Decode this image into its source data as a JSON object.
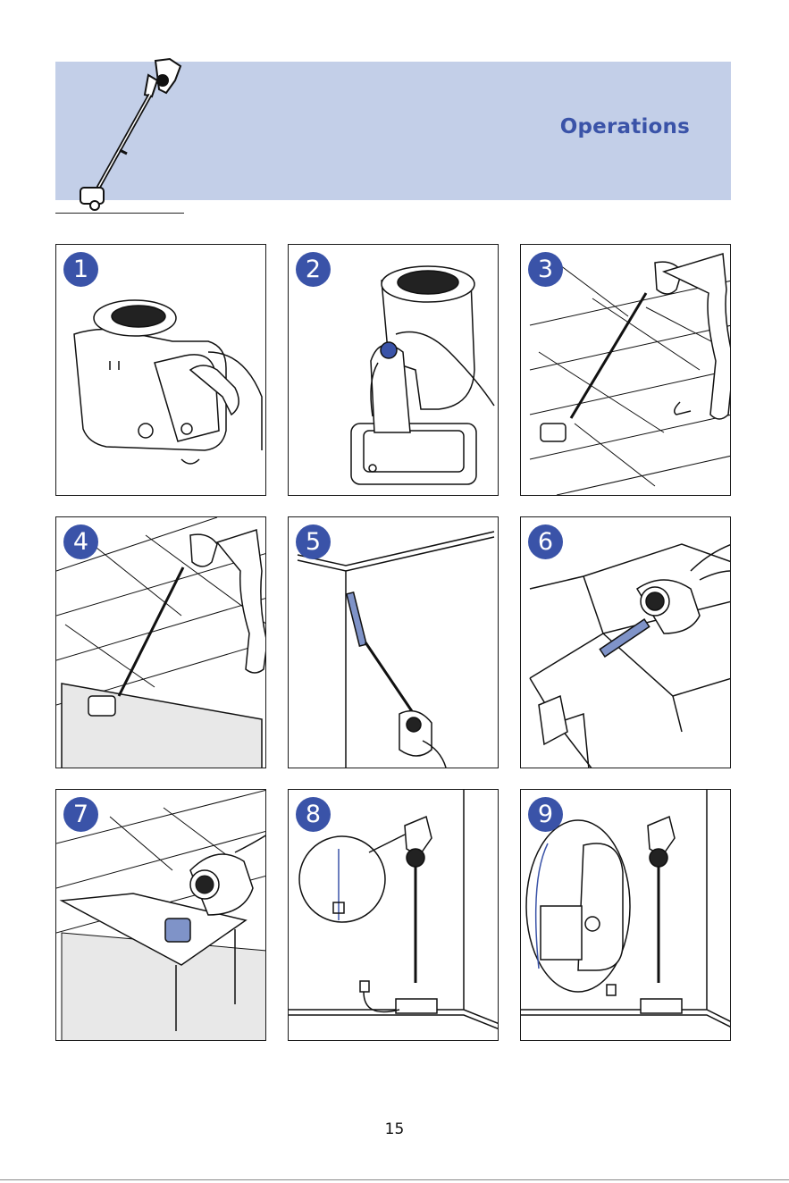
{
  "section": {
    "title": "Operations"
  },
  "steps": [
    {
      "number": "1",
      "icon": "press-power-button-icon"
    },
    {
      "number": "2",
      "icon": "release-battery-icon"
    },
    {
      "number": "3",
      "icon": "floor-cleaning-icon"
    },
    {
      "number": "4",
      "icon": "carpet-cleaning-icon"
    },
    {
      "number": "5",
      "icon": "crevice-tool-corner-icon"
    },
    {
      "number": "6",
      "icon": "crevice-tool-sofa-icon"
    },
    {
      "number": "7",
      "icon": "brush-tool-table-icon"
    },
    {
      "number": "8",
      "icon": "wall-mount-charging-icon"
    },
    {
      "number": "9",
      "icon": "wall-mount-detail-icon"
    }
  ],
  "footer": {
    "page_number": "15"
  },
  "colors": {
    "accent": "#3a53a8",
    "banner": "#c3cfe8"
  }
}
